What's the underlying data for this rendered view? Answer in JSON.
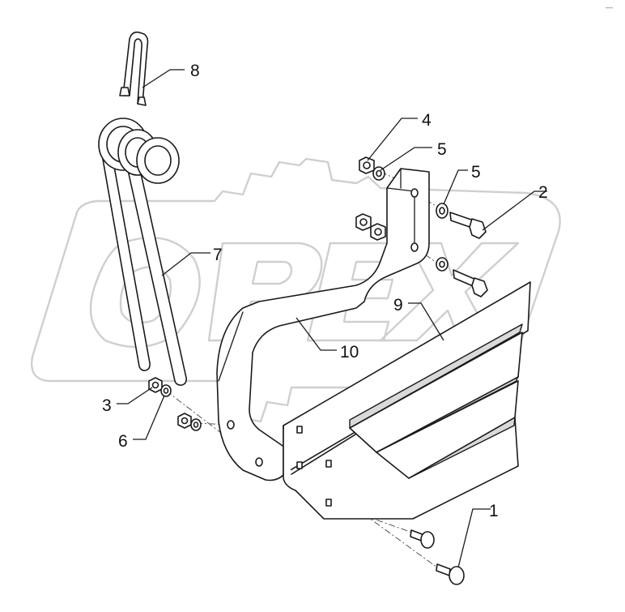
{
  "watermark": {
    "text": "OPEX",
    "color": "#cfcfcf"
  },
  "corner_mark": "—",
  "callouts": {
    "c1": "1",
    "c2": "2",
    "c3": "3",
    "c4": "4",
    "c5a": "5",
    "c5b": "5",
    "c6": "6",
    "c7": "7",
    "c8": "8",
    "c9": "9",
    "c10": "10"
  }
}
